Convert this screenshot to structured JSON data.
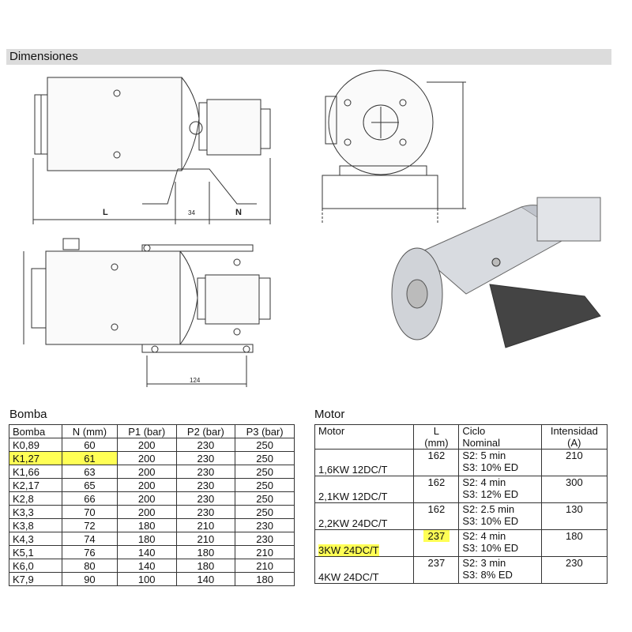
{
  "section_title": "Dimensiones",
  "drawing_labels": {
    "L": "L",
    "N": "N",
    "dim_34": "34",
    "dim_124": "124"
  },
  "bomba": {
    "title": "Bomba",
    "headers": [
      "Bomba",
      "N (mm)",
      "P1 (bar)",
      "P2 (bar)",
      "P3 (bar)"
    ],
    "rows": [
      [
        "K0,89",
        "60",
        "200",
        "230",
        "250"
      ],
      [
        "K1,27",
        "61",
        "200",
        "230",
        "250"
      ],
      [
        "K1,66",
        "63",
        "200",
        "230",
        "250"
      ],
      [
        "K2,17",
        "65",
        "200",
        "230",
        "250"
      ],
      [
        "K2,8",
        "66",
        "200",
        "230",
        "250"
      ],
      [
        "K3,3",
        "70",
        "200",
        "230",
        "250"
      ],
      [
        "K3,8",
        "72",
        "180",
        "210",
        "230"
      ],
      [
        "K4,3",
        "74",
        "180",
        "210",
        "230"
      ],
      [
        "K5,1",
        "76",
        "140",
        "180",
        "210"
      ],
      [
        "K6,0",
        "80",
        "140",
        "180",
        "210"
      ],
      [
        "K7,9",
        "90",
        "100",
        "140",
        "180"
      ]
    ],
    "highlight_row": 1,
    "highlight_color": "#ffff55"
  },
  "motor": {
    "title": "Motor",
    "headers": {
      "motor": "Motor",
      "l_line1": "L",
      "l_line2": "(mm)",
      "cycle_line1": "Ciclo",
      "cycle_line2": "Nominal",
      "current_line1": "Intensidad",
      "current_line2": "(A)"
    },
    "rows": [
      {
        "name": "1,6KW 12DC/T",
        "l": "162",
        "s2": "S2: 5 min",
        "s3": "S3: 10% ED",
        "current": "210"
      },
      {
        "name": "2,1KW 12DC/T",
        "l": "162",
        "s2": "S2: 4 min",
        "s3": "S3: 12% ED",
        "current": "300"
      },
      {
        "name": "2,2KW 24DC/T",
        "l": "162",
        "s2": "S2: 2.5 min",
        "s3": "S3: 10% ED",
        "current": "130"
      },
      {
        "name": "3KW 24DC/T",
        "l": "237",
        "s2": "S2: 4 min",
        "s3": "S3: 10% ED",
        "current": "180"
      },
      {
        "name": "4KW 24DC/T",
        "l": "237",
        "s2": "S2: 3 min",
        "s3": "S3: 8% ED",
        "current": "230"
      }
    ],
    "highlight_row": 3,
    "highlight_color": "#ffff55"
  }
}
